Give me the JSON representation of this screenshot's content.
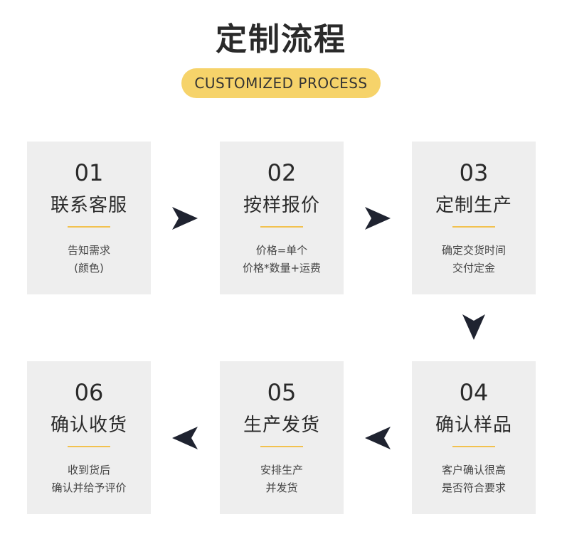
{
  "title": "定制流程",
  "subtitle": "CUSTOMIZED PROCESS",
  "colors": {
    "card_bg": "#eeeeee",
    "accent": "#f2c14e",
    "pill": "#f6d36a",
    "arrow": "#1f2330"
  },
  "steps": [
    {
      "num": "01",
      "name": "联系客服",
      "desc": [
        "告知需求",
        "(颜色)"
      ]
    },
    {
      "num": "02",
      "name": "按样报价",
      "desc": [
        "价格=单个",
        "价格*数量+运费"
      ]
    },
    {
      "num": "03",
      "name": "定制生产",
      "desc": [
        "确定交货时间",
        "交付定金"
      ]
    },
    {
      "num": "04",
      "name": "确认样品",
      "desc": [
        "客户确认很高",
        "是否符合要求"
      ]
    },
    {
      "num": "05",
      "name": "生产发货",
      "desc": [
        "安排生产",
        "并发货"
      ]
    },
    {
      "num": "06",
      "name": "确认收货",
      "desc": [
        "收到货后",
        "确认并给予评价"
      ]
    }
  ],
  "arrows": [
    "arrow-right",
    "arrow-right",
    "arrow-down",
    "arrow-left",
    "arrow-left"
  ]
}
